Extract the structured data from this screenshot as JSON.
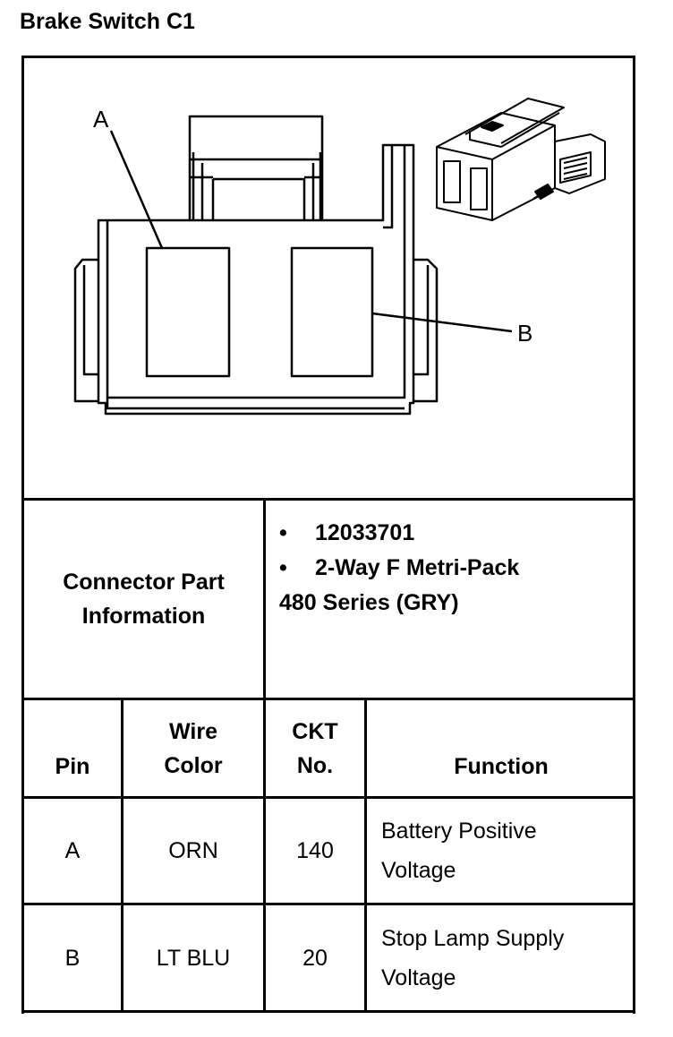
{
  "title": "Brake Switch C1",
  "diagram": {
    "label_a": "A",
    "label_b": "B"
  },
  "part_info": {
    "heading": "Connector Part Information",
    "bullets": [
      "12033701",
      "2-Way F Metri-Pack"
    ],
    "continuation": "480 Series (GRY)"
  },
  "table": {
    "headers": {
      "pin": "Pin",
      "wire_color_line1": "Wire",
      "wire_color_line2": "Color",
      "ckt_line1": "CKT",
      "ckt_line2": "No.",
      "function": "Function"
    },
    "rows": [
      {
        "pin": "A",
        "wire_color": "ORN",
        "ckt": "140",
        "function_line1": "Battery Positive",
        "function_line2": "Voltage"
      },
      {
        "pin": "B",
        "wire_color": "LT BLU",
        "ckt": "20",
        "function_line1": "Stop Lamp Supply",
        "function_line2": "Voltage"
      }
    ]
  }
}
